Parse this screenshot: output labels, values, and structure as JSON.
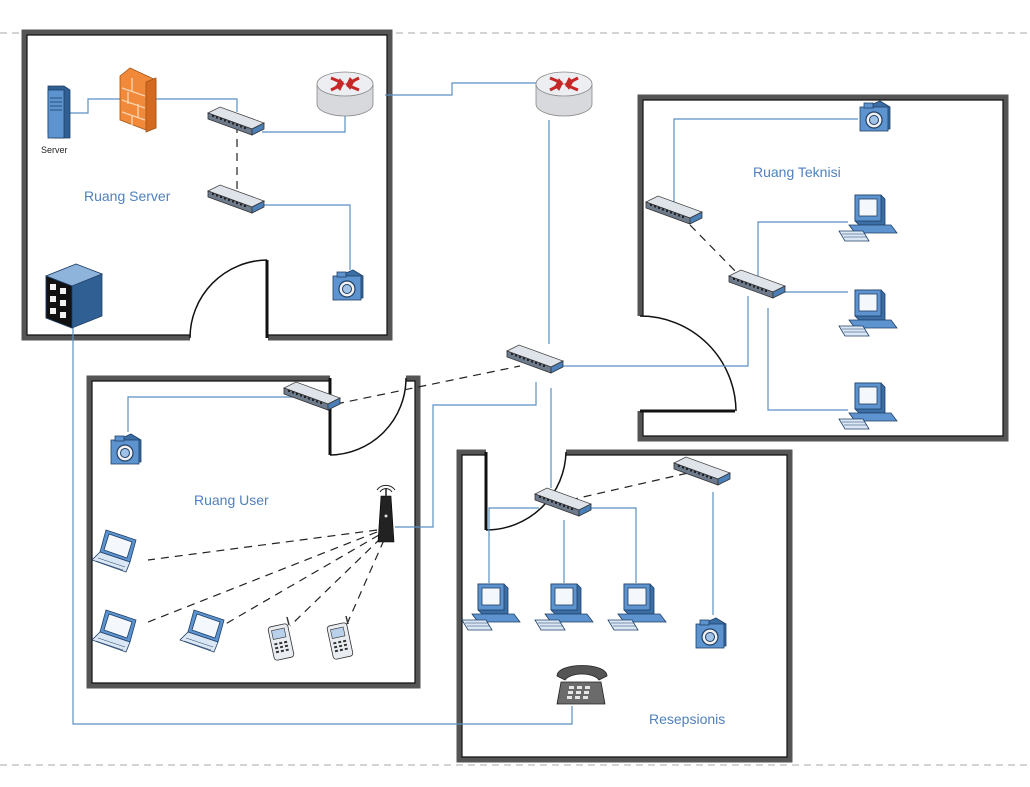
{
  "diagram": {
    "rooms": {
      "server": {
        "label": "Ruang Server"
      },
      "teknisi": {
        "label": "Ruang Teknisi"
      },
      "user": {
        "label": "Ruang User"
      },
      "resepsionis": {
        "label": "Resepsionis"
      }
    },
    "devices": {
      "server": {
        "label": "Server"
      }
    },
    "colors": {
      "link": "#5b8fc2",
      "wall": "#555555",
      "label": "#4f81bd",
      "router": "#c62828",
      "device_blue": "#3a6ea5"
    },
    "icons": [
      "server-icon",
      "firewall-icon",
      "router-icon",
      "switch-icon",
      "camera-icon",
      "desktop-computer-icon",
      "laptop-icon",
      "mobile-phone-icon",
      "wireless-access-point-icon",
      "telephone-icon",
      "storage-rack-icon"
    ]
  }
}
